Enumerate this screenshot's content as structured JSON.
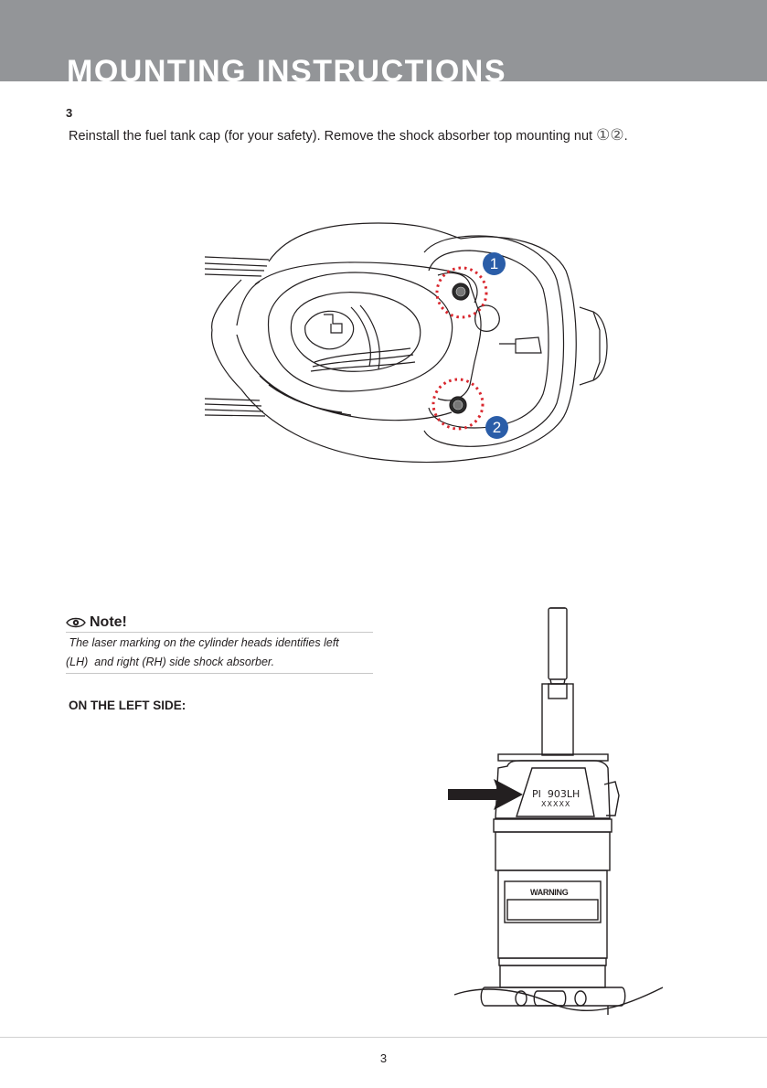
{
  "header": {
    "title": "MOUNTING INSTRUCTIONS",
    "band_color": "#939598"
  },
  "step": {
    "number": "3",
    "text": "Reinstall the fuel tank cap (for your safety). Remove the shock absorber top mounting nut",
    "markers": "①②",
    "end": "."
  },
  "figure_top": {
    "callouts": [
      {
        "label": "1",
        "color": "#2a5da8"
      },
      {
        "label": "2",
        "color": "#2a5da8"
      }
    ],
    "highlight_color": "#d9272e"
  },
  "note": {
    "icon": "eye-icon",
    "title": "Note!",
    "body_line1": " The laser marking on the cylinder heads identifies left",
    "body_line2": "(LH)  and right (RH) side shock absorber."
  },
  "side_label": "ON THE LEFT SIDE:",
  "figure_bottom": {
    "marking_line1": "PI  903LH",
    "marking_line2": "XXXXX",
    "warning_label": "WARNING",
    "arrow_icon": "arrow-right-icon"
  },
  "footer": {
    "page_number": "3"
  }
}
